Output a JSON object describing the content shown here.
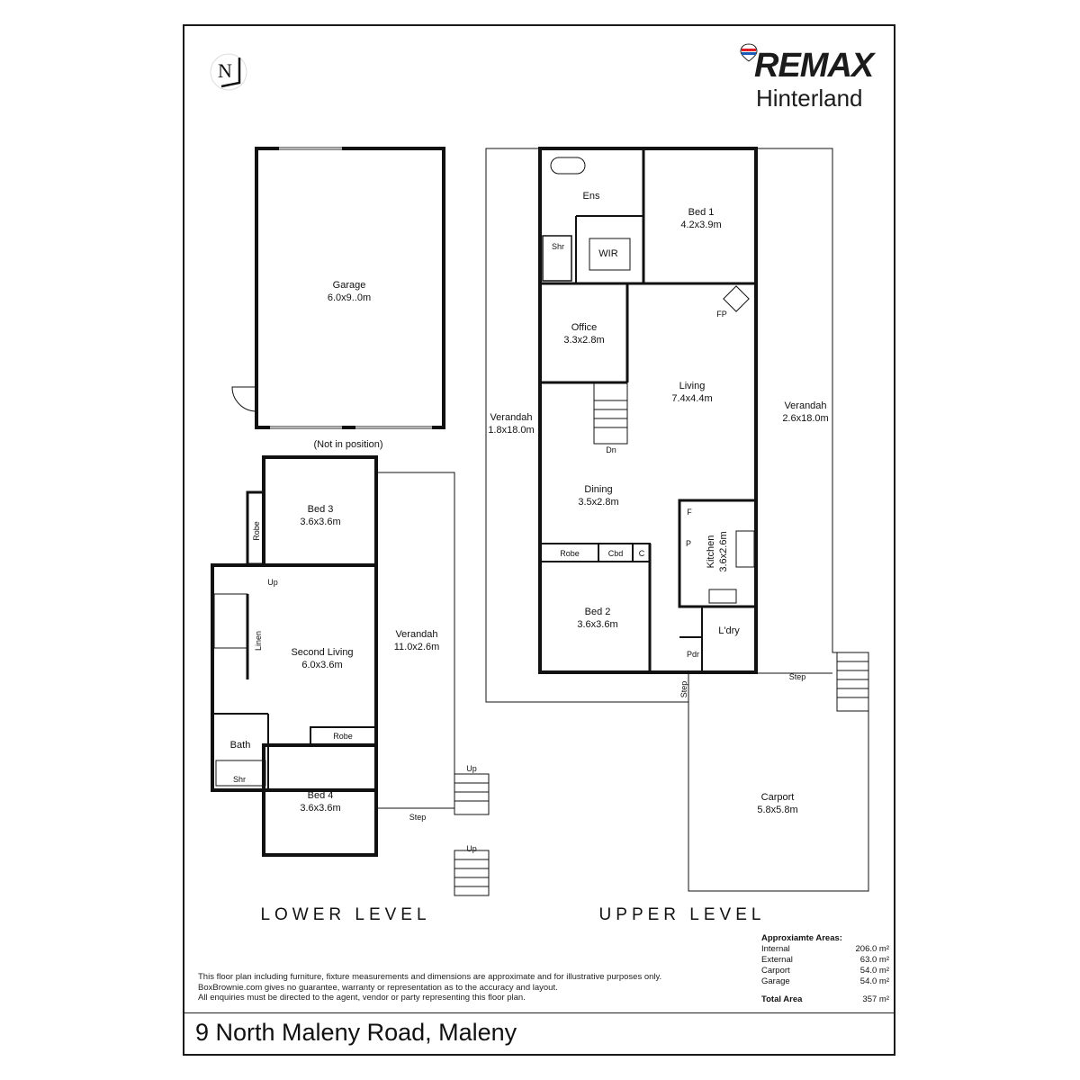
{
  "brand": {
    "name": "REMAX",
    "subtitle": "Hinterland"
  },
  "compass": {
    "label": "N"
  },
  "rooms": {
    "garage": {
      "name": "Garage",
      "size": "6.0x9..0m"
    },
    "garage_note": "(Not in position)",
    "ens": {
      "name": "Ens"
    },
    "bed1": {
      "name": "Bed 1",
      "size": "4.2x3.9m"
    },
    "shr_upper": {
      "name": "Shr"
    },
    "wir": {
      "name": "WIR"
    },
    "fp": {
      "name": "FP"
    },
    "office": {
      "name": "Office",
      "size": "3.3x2.8m"
    },
    "living": {
      "name": "Living",
      "size": "7.4x4.4m"
    },
    "verandah_west": {
      "name": "Verandah",
      "size": "1.8x18.0m"
    },
    "verandah_east": {
      "name": "Verandah",
      "size": "2.6x18.0m"
    },
    "dn": {
      "name": "Dn"
    },
    "dining": {
      "name": "Dining",
      "size": "3.5x2.8m"
    },
    "f": {
      "name": "F"
    },
    "p": {
      "name": "P"
    },
    "kitchen": {
      "name": "Kitchen",
      "size": "3.6x2.6m"
    },
    "robe_upper": {
      "name": "Robe"
    },
    "cbd": {
      "name": "Cbd"
    },
    "c": {
      "name": "C"
    },
    "bed2": {
      "name": "Bed 2",
      "size": "3.6x3.6m"
    },
    "ldry": {
      "name": "L'dry"
    },
    "pdr": {
      "name": "Pdr"
    },
    "step_upper_left": {
      "name": "Step"
    },
    "step_upper_right": {
      "name": "Step"
    },
    "carport": {
      "name": "Carport",
      "size": "5.8x5.8m"
    },
    "bed3": {
      "name": "Bed 3",
      "size": "3.6x3.6m"
    },
    "robe_bed3": {
      "name": "Robe"
    },
    "up_stair": {
      "name": "Up"
    },
    "linen": {
      "name": "Linen"
    },
    "second_living": {
      "name": "Second Living",
      "size": "6.0x3.6m"
    },
    "verandah_lower": {
      "name": "Verandah",
      "size": "11.0x2.6m"
    },
    "bath": {
      "name": "Bath"
    },
    "shr_lower": {
      "name": "Shr"
    },
    "robe_bed4": {
      "name": "Robe"
    },
    "bed4": {
      "name": "Bed 4",
      "size": "3.6x3.6m"
    },
    "up_1": {
      "name": "Up"
    },
    "up_2": {
      "name": "Up"
    },
    "step_lower": {
      "name": "Step"
    }
  },
  "levels": {
    "lower": "LOWER LEVEL",
    "upper": "UPPER LEVEL"
  },
  "areas": {
    "heading": "Approxiamte Areas:",
    "rows": [
      {
        "label": "Internal",
        "value": "206.0 m²"
      },
      {
        "label": "External",
        "value": "63.0 m²"
      },
      {
        "label": "Carport",
        "value": "54.0 m²"
      },
      {
        "label": "Garage",
        "value": "54.0 m²"
      }
    ],
    "total_label": "Total Area",
    "total_value": "357 m²"
  },
  "disclaimer": [
    "This floor plan including furniture, fixture measurements and dimensions are approximate and for illustrative purposes only.",
    "BoxBrownie.com gives no guarantee, warranty or representation as to the accuracy and layout.",
    "All enquiries must be directed to the agent, vendor or party representing this floor plan."
  ],
  "address": "9 North Maleny Road, Maleny"
}
